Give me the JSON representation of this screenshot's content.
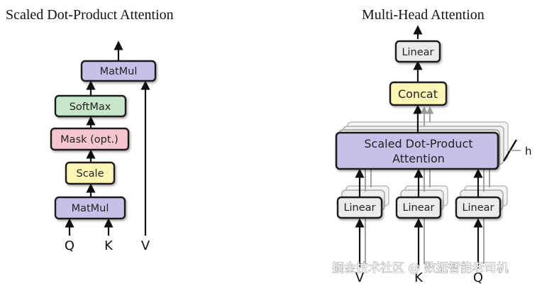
{
  "left": {
    "title": "Scaled Dot-Product Attention",
    "boxes": {
      "matmul_top": "MatMul",
      "softmax": "SoftMax",
      "mask": "Mask (opt.)",
      "scale": "Scale",
      "matmul_bottom": "MatMul"
    },
    "inputs": {
      "q": "Q",
      "k": "K",
      "v": "V"
    }
  },
  "right": {
    "title": "Multi-Head Attention",
    "boxes": {
      "linear_out": "Linear",
      "concat": "Concat",
      "sdpa_line1": "Scaled Dot-Product",
      "sdpa_line2": "Attention",
      "linear_v": "Linear",
      "linear_k": "Linear",
      "linear_q": "Linear"
    },
    "heads_label": "h",
    "inputs": {
      "v": "V",
      "k": "K",
      "q": "Q"
    }
  },
  "watermark": "掘金技术社区 @ 数据智能老司机",
  "colors": {
    "matmul": "#c9c0ea",
    "softmax": "#c8e6c9",
    "mask": "#f6c6d0",
    "scale": "#fdf5b5",
    "linear": "#e9eceb",
    "concat": "#fdf5b5",
    "sdpa": "#c9c0ea",
    "stroke": "#1e1e1e"
  }
}
